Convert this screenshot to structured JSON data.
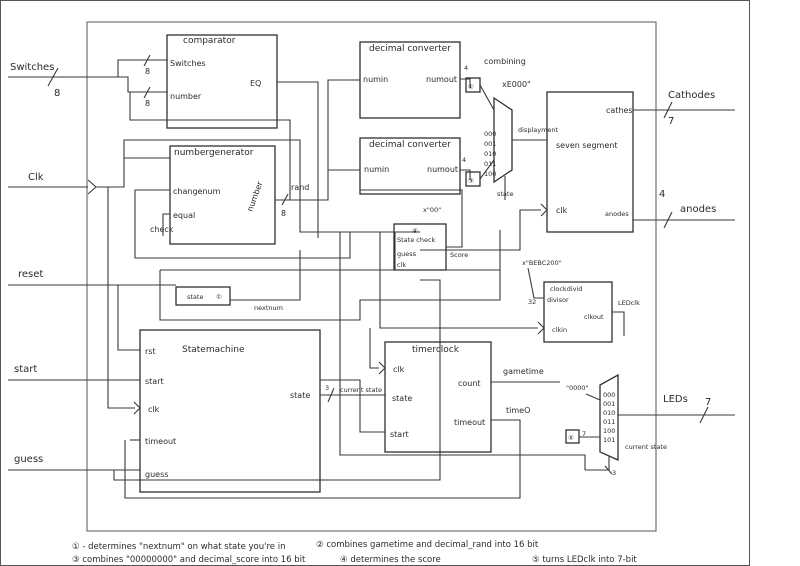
{
  "colors": {
    "ink": "#2b2b2b",
    "paper": "#ffffff"
  },
  "inputs": {
    "switches": "Switches",
    "switches_width": "8",
    "clk": "Clk",
    "reset": "reset",
    "start": "start",
    "guess": "guess"
  },
  "outputs": {
    "cathodes": "Cathodes",
    "cathodes_width": "7",
    "anodes": "anodes",
    "anodes_width": "4",
    "leds": "LEDs",
    "leds_width": "7"
  },
  "comparator": {
    "title": "comparator",
    "switches": "Switches",
    "number": "number",
    "eq": "EQ",
    "w1": "8",
    "w2": "8"
  },
  "numbergenerator": {
    "title": "numbergenerator",
    "changenum": "changenum",
    "equal": "equal",
    "number": "number",
    "w": "8",
    "rand": "rand",
    "check": "check"
  },
  "decconv1": {
    "title": "decimal converter",
    "numin": "numin",
    "numout": "numout",
    "w": "4"
  },
  "decconv2": {
    "title": "decimal converter",
    "numin": "numin",
    "numout": "numout",
    "w": "4",
    "x00": "x\"00\""
  },
  "combining": {
    "label": "combining",
    "c1": "①",
    "c2": "③",
    "xe": "xE000\"",
    "displayment": "displayment",
    "state": "state",
    "sel": [
      "000",
      "001",
      "010",
      "011",
      "100"
    ]
  },
  "sevenseg": {
    "title": "seven segment",
    "cathes": "cathes",
    "clk": "clk",
    "anodes": "anodes"
  },
  "statecheck": {
    "circle": "④",
    "title": "State check",
    "guess": "guess",
    "clk": "clk",
    "score": "Score"
  },
  "clockdivider": {
    "const": "x\"BEBC200\"",
    "title": "clockdivid",
    "divisor": "divisor",
    "clkin": "clkin",
    "clkout": "clkout",
    "w": "32",
    "out": "LEDclk"
  },
  "state_reg": {
    "label": "state",
    "circle": "①",
    "nextnum": "nextnum"
  },
  "statemachine": {
    "title": "Statemachine",
    "rst": "rst",
    "start": "start",
    "clk": "clk",
    "timeout": "timeout",
    "guess": "guess",
    "state": "state",
    "w": "3",
    "current_state": "current state"
  },
  "timerclock": {
    "title": "timerclock",
    "clk": "clk",
    "state": "state",
    "start": "start",
    "count": "count",
    "timeout": "timeout",
    "gametime": "gametime",
    "timeo": "timeO"
  },
  "ledmux": {
    "const": "\"0000\"",
    "sel": [
      "000",
      "001",
      "010",
      "011",
      "100",
      "101"
    ],
    "circle": "⑤",
    "w": "7",
    "current_state": "current state",
    "sw": "3"
  },
  "notes": [
    "① - determines \"nextnum\" on what state you're in",
    "② combines gametime and decimal_rand into 16 bit",
    "③ combines \"00000000\" and decimal_score into 16 bit",
    "④ determines the score",
    "⑤ turns LEDclk into 7-bit"
  ]
}
